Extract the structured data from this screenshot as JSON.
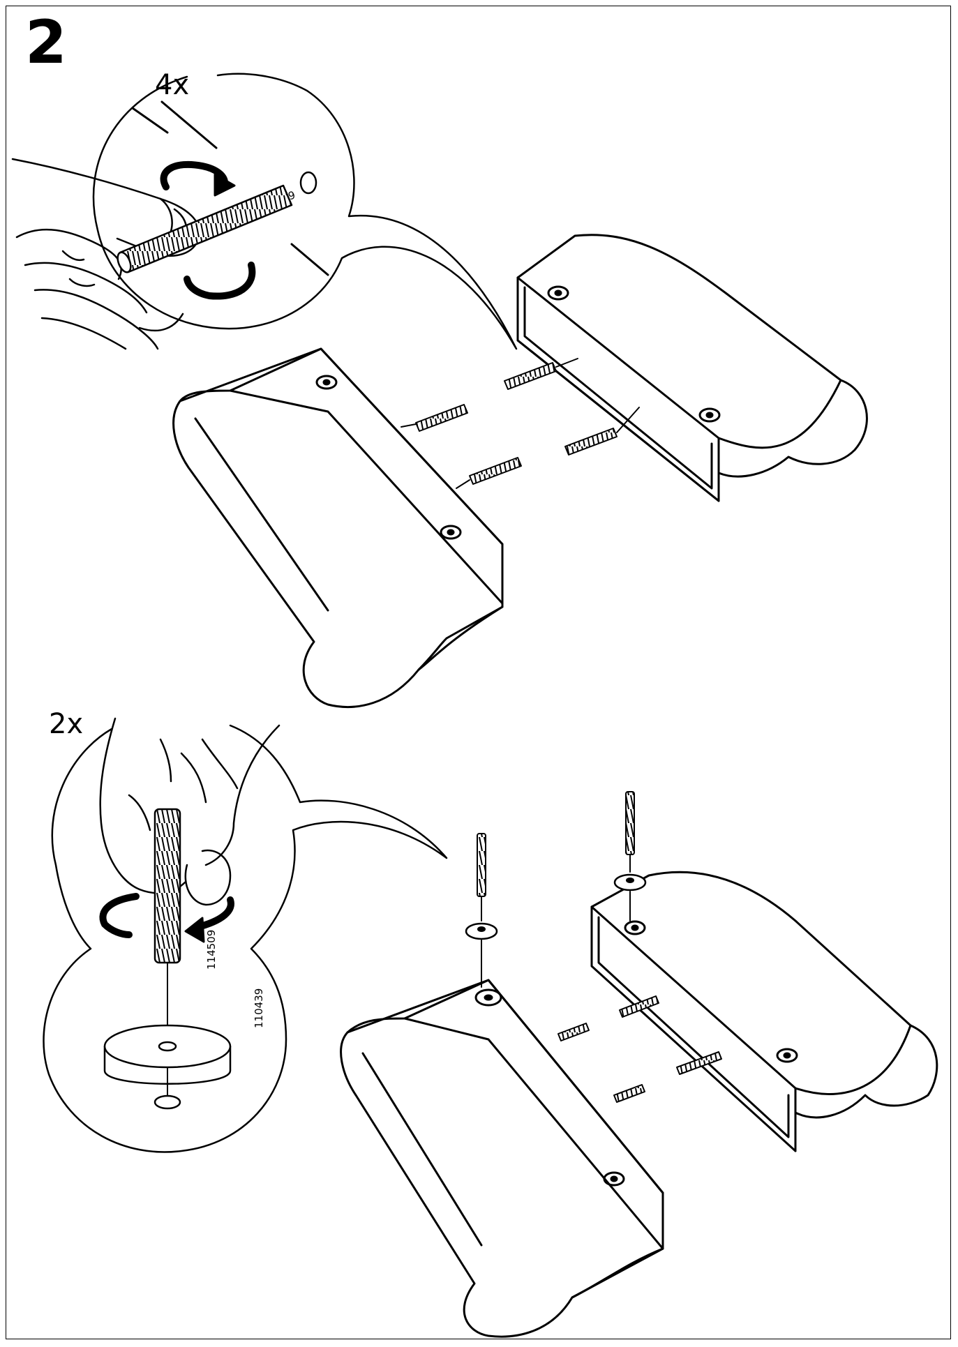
{
  "step": {
    "number": "2"
  },
  "top_detail": {
    "quantity": "4x",
    "part_number": "114509"
  },
  "bottom_detail": {
    "quantity": "2x",
    "part_number_bolt": "114509",
    "part_number_washer": "110439"
  },
  "colors": {
    "line": "#000000",
    "background": "#ffffff"
  }
}
